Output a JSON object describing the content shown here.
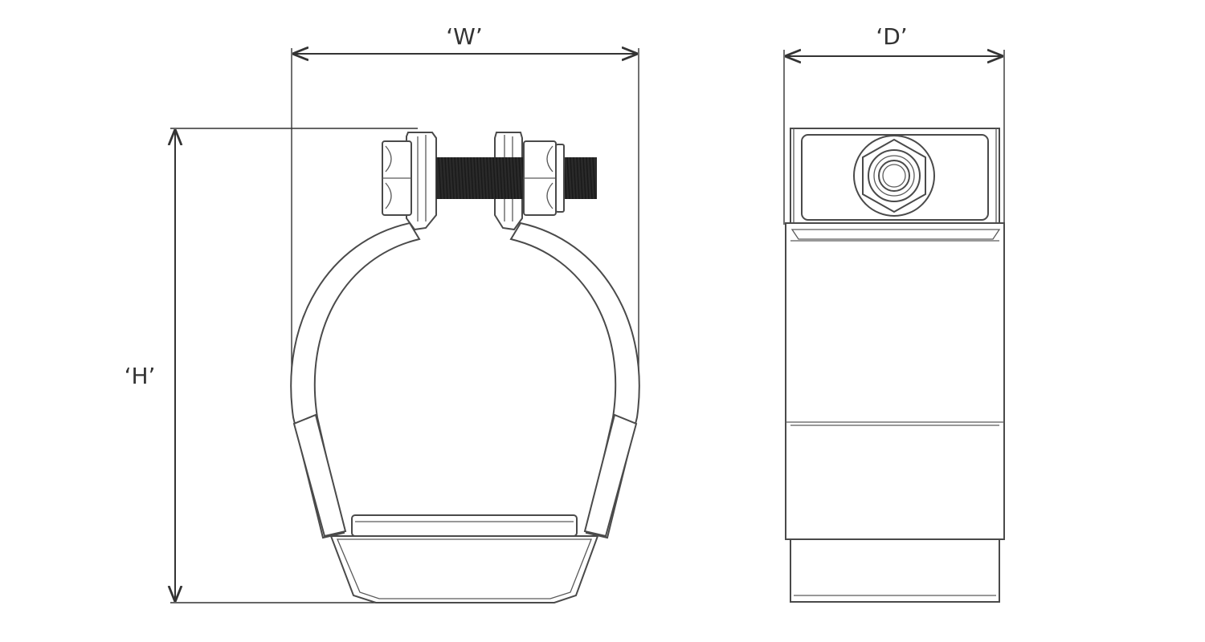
{
  "dimensions": {
    "width_label": "‘W’",
    "height_label": "‘H’",
    "depth_label": "‘D’"
  },
  "colors": {
    "line": "#4a4a4a",
    "dimension": "#333333",
    "thread": "#1a1a1a"
  }
}
